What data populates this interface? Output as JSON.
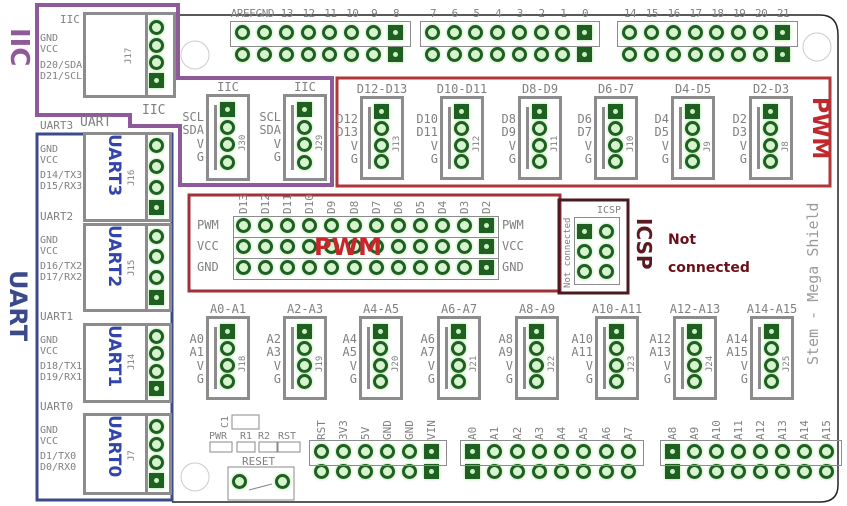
{
  "board_name": "Stem - Mega Shield",
  "big_labels": {
    "iic": "IIC",
    "uart": "UART",
    "pwm_right": "PWM",
    "pwm_center": "PWM",
    "icsp": "ICSP"
  },
  "colors": {
    "iic": "#8e5a9a",
    "uart": "#3b4a8a",
    "pwm": "#b0363a",
    "icsp": "#5a1a20",
    "pin": "#1f5f22",
    "connector": "#8c8c8c"
  },
  "small_labels": {
    "uart_region": "UART",
    "iic_region": "IIC"
  },
  "top_headers": [
    {
      "labels": [
        "AREF",
        "GND",
        "13",
        "12",
        "11",
        "10",
        "9",
        "8"
      ]
    },
    {
      "labels": [
        "7",
        "6",
        "5",
        "4",
        "3",
        "2",
        "1",
        "0"
      ]
    },
    {
      "labels": [
        "14",
        "15",
        "16",
        "17",
        "18",
        "19",
        "20",
        "21"
      ]
    }
  ],
  "j17": {
    "title": "IIC",
    "pins": [
      "GND",
      "VCC",
      "D20/SDA",
      "D21/SCL"
    ],
    "ref": "J17"
  },
  "iic_connectors": [
    {
      "title": "IIC",
      "pins": [
        "SCL",
        "SDA",
        "V",
        "G"
      ],
      "ref": "J30"
    },
    {
      "title": "IIC",
      "pins": [
        "SCL",
        "SDA",
        "V",
        "G"
      ],
      "ref": "J29"
    }
  ],
  "pwm_connectors": [
    {
      "title": "D12-D13",
      "pins": [
        "D12",
        "D13",
        "V",
        "G"
      ],
      "ref": "J13"
    },
    {
      "title": "D10-D11",
      "pins": [
        "D10",
        "D11",
        "V",
        "G"
      ],
      "ref": "J12"
    },
    {
      "title": "D8-D9",
      "pins": [
        "D8",
        "D9",
        "V",
        "G"
      ],
      "ref": "J11"
    },
    {
      "title": "D6-D7",
      "pins": [
        "D6",
        "D7",
        "V",
        "G"
      ],
      "ref": "J10"
    },
    {
      "title": "D4-D5",
      "pins": [
        "D4",
        "D5",
        "V",
        "G"
      ],
      "ref": "J9"
    },
    {
      "title": "D2-D3",
      "pins": [
        "D2",
        "D3",
        "V",
        "G"
      ],
      "ref": "J8"
    }
  ],
  "analog_connectors": [
    {
      "title": "A0-A1",
      "pins": [
        "A0",
        "A1",
        "V",
        "G"
      ],
      "ref": "J18"
    },
    {
      "title": "A2-A3",
      "pins": [
        "A2",
        "A3",
        "V",
        "G"
      ],
      "ref": "J19"
    },
    {
      "title": "A4-A5",
      "pins": [
        "A4",
        "A5",
        "V",
        "G"
      ],
      "ref": "J20"
    },
    {
      "title": "A6-A7",
      "pins": [
        "A6",
        "A7",
        "V",
        "G"
      ],
      "ref": "J21"
    },
    {
      "title": "A8-A9",
      "pins": [
        "A8",
        "A9",
        "V",
        "G"
      ],
      "ref": "J22"
    },
    {
      "title": "A10-A11",
      "pins": [
        "A10",
        "A11",
        "V",
        "G"
      ],
      "ref": "J23"
    },
    {
      "title": "A12-A13",
      "pins": [
        "A12",
        "A13",
        "V",
        "G"
      ],
      "ref": "J24"
    },
    {
      "title": "A14-A15",
      "pins": [
        "A14",
        "A15",
        "V",
        "G"
      ],
      "ref": "J25"
    }
  ],
  "uart_connectors": [
    {
      "title": "UART3",
      "name": "UART3",
      "pins": [
        "GND",
        "VCC",
        "D14/TX3",
        "D15/RX3"
      ],
      "ref": "J16"
    },
    {
      "title": "UART2",
      "name": "UART2",
      "pins": [
        "GND",
        "VCC",
        "D16/TX2",
        "D17/RX2"
      ],
      "ref": "J15"
    },
    {
      "title": "UART1",
      "name": "UART1",
      "pins": [
        "GND",
        "VCC",
        "D18/TX1",
        "D19/RX1"
      ],
      "ref": "J14"
    },
    {
      "title": "UART0",
      "name": "UART0",
      "pins": [
        "GND",
        "VCC",
        "D1/TX0",
        "D0/RX0"
      ],
      "ref": "J7"
    }
  ],
  "pwm_header": {
    "columns": [
      "D13",
      "D12",
      "D11",
      "D10",
      "D9",
      "D8",
      "D7",
      "D6",
      "D5",
      "D4",
      "D3",
      "D2"
    ],
    "rows": [
      "PWM",
      "VCC",
      "GND"
    ]
  },
  "icsp": {
    "title": "ICSP",
    "side_note": "Not connected",
    "note_line1": "Not",
    "note_line2": "connected"
  },
  "bottom_headers": [
    {
      "labels": [
        "RST",
        "3V3",
        "5V",
        "GND",
        "GND",
        "VIN"
      ]
    },
    {
      "labels": [
        "A0",
        "A1",
        "A2",
        "A3",
        "A4",
        "A5",
        "A6",
        "A7"
      ]
    },
    {
      "labels": [
        "A8",
        "A9",
        "A10",
        "A11",
        "A12",
        "A13",
        "A14",
        "A15"
      ]
    }
  ],
  "misc": {
    "c1": "C1",
    "pwr": "PWR",
    "r1": "R1",
    "r2": "R2",
    "rst": "RST",
    "reset": "RESET"
  }
}
